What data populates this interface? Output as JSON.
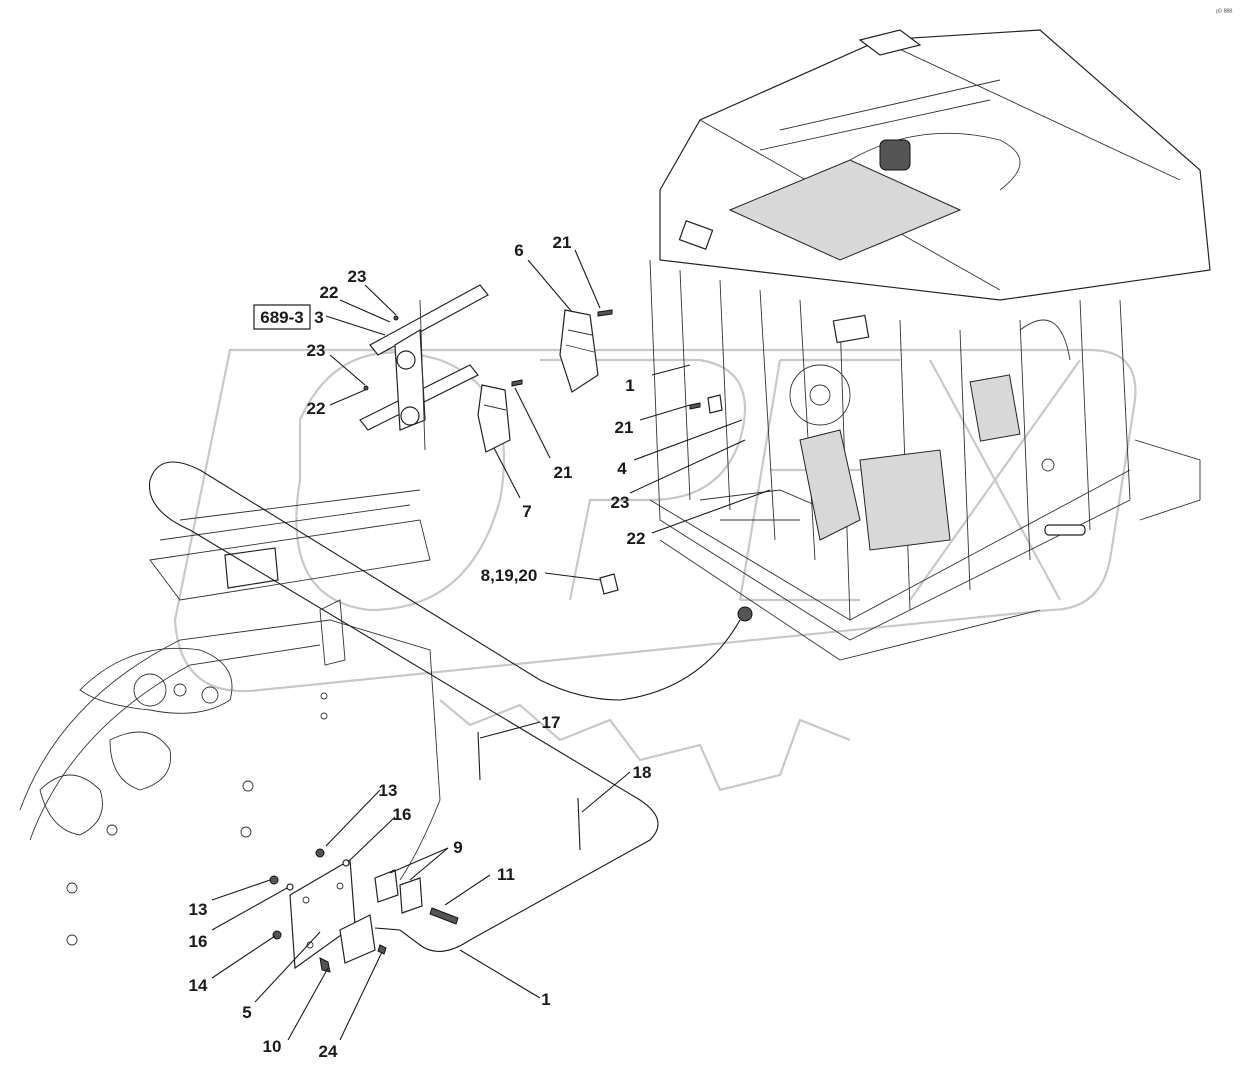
{
  "corner_mark": "ᵖᴰ ᴮᴮᴮ",
  "watermark_text": "OPEX",
  "boxed_ref": "689-3",
  "callouts": {
    "c23a": "23",
    "c22a": "22",
    "c3": "3",
    "c23b": "23",
    "c22b": "22",
    "c6": "6",
    "c21a": "21",
    "c7": "7",
    "c21b": "21",
    "c1a": "1",
    "c21c": "21",
    "c4": "4",
    "c23c": "23",
    "c22c": "22",
    "c8": "8,19,20",
    "c17": "17",
    "c18": "18",
    "c13a": "13",
    "c16a": "16",
    "c9": "9",
    "c11": "11",
    "c13b": "13",
    "c16b": "16",
    "c14": "14",
    "c5": "5",
    "c10": "10",
    "c24": "24",
    "c1b": "1"
  }
}
